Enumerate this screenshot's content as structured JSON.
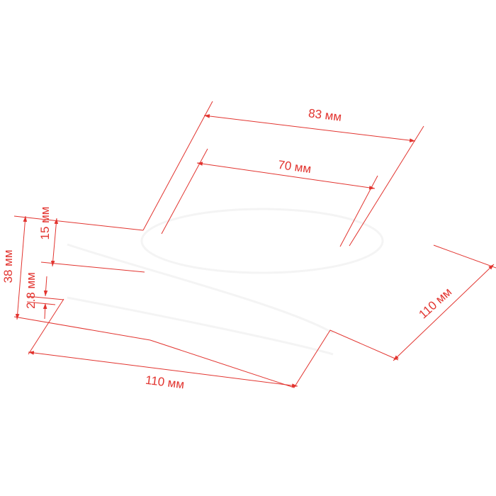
{
  "drawing": {
    "line_color": "#e2342f",
    "background": "#ffffff"
  },
  "dimensions": {
    "outer_width": "83 мм",
    "inner_width": "70 мм",
    "depth_right": "110 мм",
    "length_bottom": "110 мм",
    "height_total": "38 мм",
    "height_top": "15 мм",
    "thickness": "2.8 мм"
  }
}
